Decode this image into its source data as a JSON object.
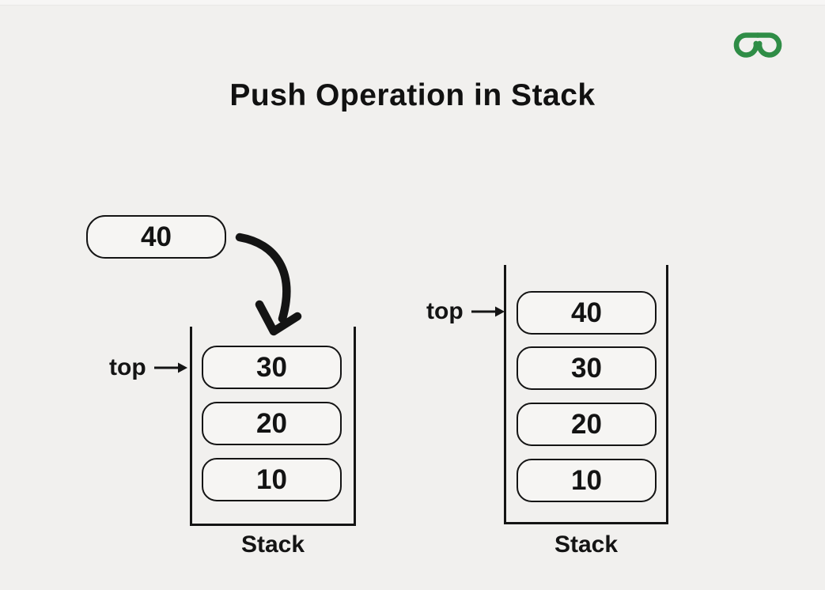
{
  "header": {
    "title": "Push Operation in Stack",
    "logo": "geeksforgeeks-logo"
  },
  "colors": {
    "background": "#f1f0ee",
    "stroke": "#141414",
    "text": "#111111",
    "logo_green": "#2F8D46",
    "box_fill": "#f6f5f3"
  },
  "push_item": {
    "value": "40"
  },
  "left_stack": {
    "top_label": "top",
    "items": [
      "30",
      "20",
      "10"
    ],
    "caption": "Stack"
  },
  "right_stack": {
    "top_label": "top",
    "items": [
      "40",
      "30",
      "20",
      "10"
    ],
    "caption": "Stack"
  }
}
